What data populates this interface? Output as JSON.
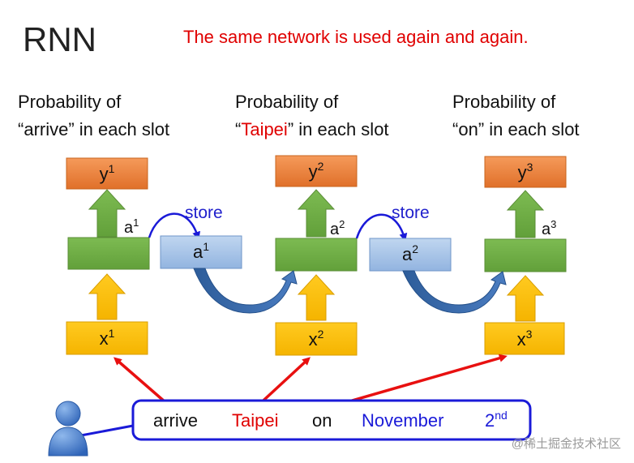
{
  "title": "RNN",
  "subtitle": "The same network is used again and again.",
  "prob_label_prefix": "Probability of",
  "prob_labels": [
    {
      "open": "“",
      "word": "arrive",
      "close": "” in each slot"
    },
    {
      "open": "“",
      "word": "Taipei",
      "close": "” in each slot"
    },
    {
      "open": "“",
      "word": "on",
      "close": "” in each slot"
    }
  ],
  "outputs": [
    {
      "base": "y",
      "sup": "1"
    },
    {
      "base": "y",
      "sup": "2"
    },
    {
      "base": "y",
      "sup": "3"
    }
  ],
  "hidden_labels": [
    {
      "base": "a",
      "sup": "1"
    },
    {
      "base": "a",
      "sup": "2"
    },
    {
      "base": "a",
      "sup": "3"
    }
  ],
  "memory": [
    {
      "base": "a",
      "sup": "1",
      "store_label": "store"
    },
    {
      "base": "a",
      "sup": "2",
      "store_label": "store"
    }
  ],
  "inputs": [
    {
      "base": "x",
      "sup": "1"
    },
    {
      "base": "x",
      "sup": "2"
    },
    {
      "base": "x",
      "sup": "3"
    }
  ],
  "sentence": {
    "w1": "arrive",
    "w2": "Taipei",
    "w3": "on",
    "w4": "November",
    "w5_base": "2",
    "w5_sup": "nd"
  },
  "watermark": "@稀土掘金技术社区",
  "colors": {
    "title": "#222222",
    "subtitle": "#e00000",
    "highlight": "#e00000",
    "store": "#1f1fcc",
    "orange_box": "#ed7d31",
    "green_box": "#70ad47",
    "blue_box": "#a9c6e8",
    "yellow_box": "#ffc000",
    "red_arrow": "#e81010",
    "navy": "#1a1ad8"
  }
}
